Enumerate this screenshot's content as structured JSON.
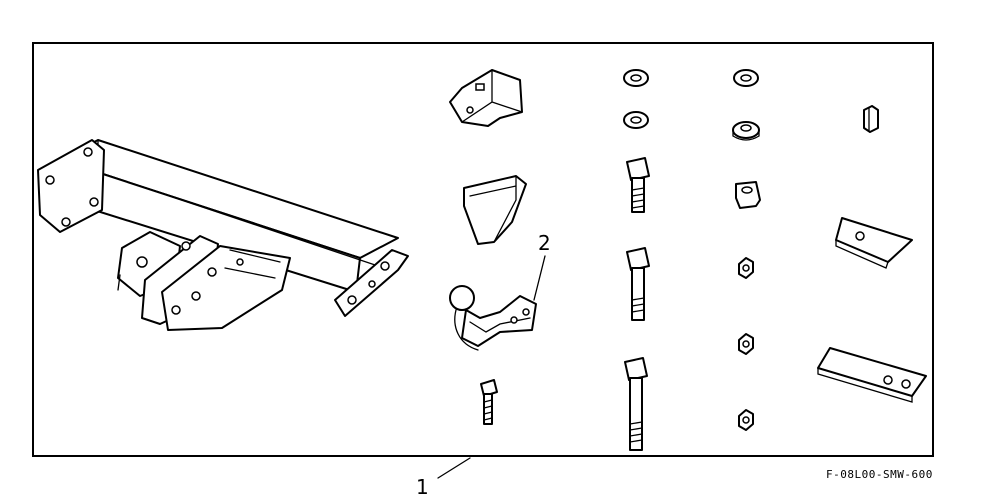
{
  "callouts": {
    "kit": "1",
    "ball": "2"
  },
  "drawing_code": "F-08L00-SMW-600"
}
